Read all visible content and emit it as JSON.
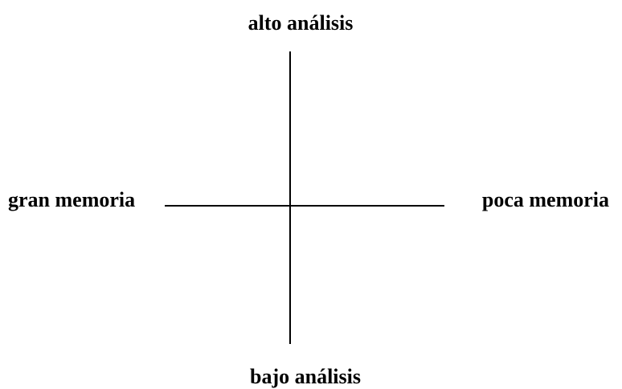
{
  "diagram": {
    "axis_labels": {
      "top": "alto análisis",
      "bottom": "bajo análisis",
      "left": "gran memoria",
      "right": "poca memoria"
    }
  }
}
